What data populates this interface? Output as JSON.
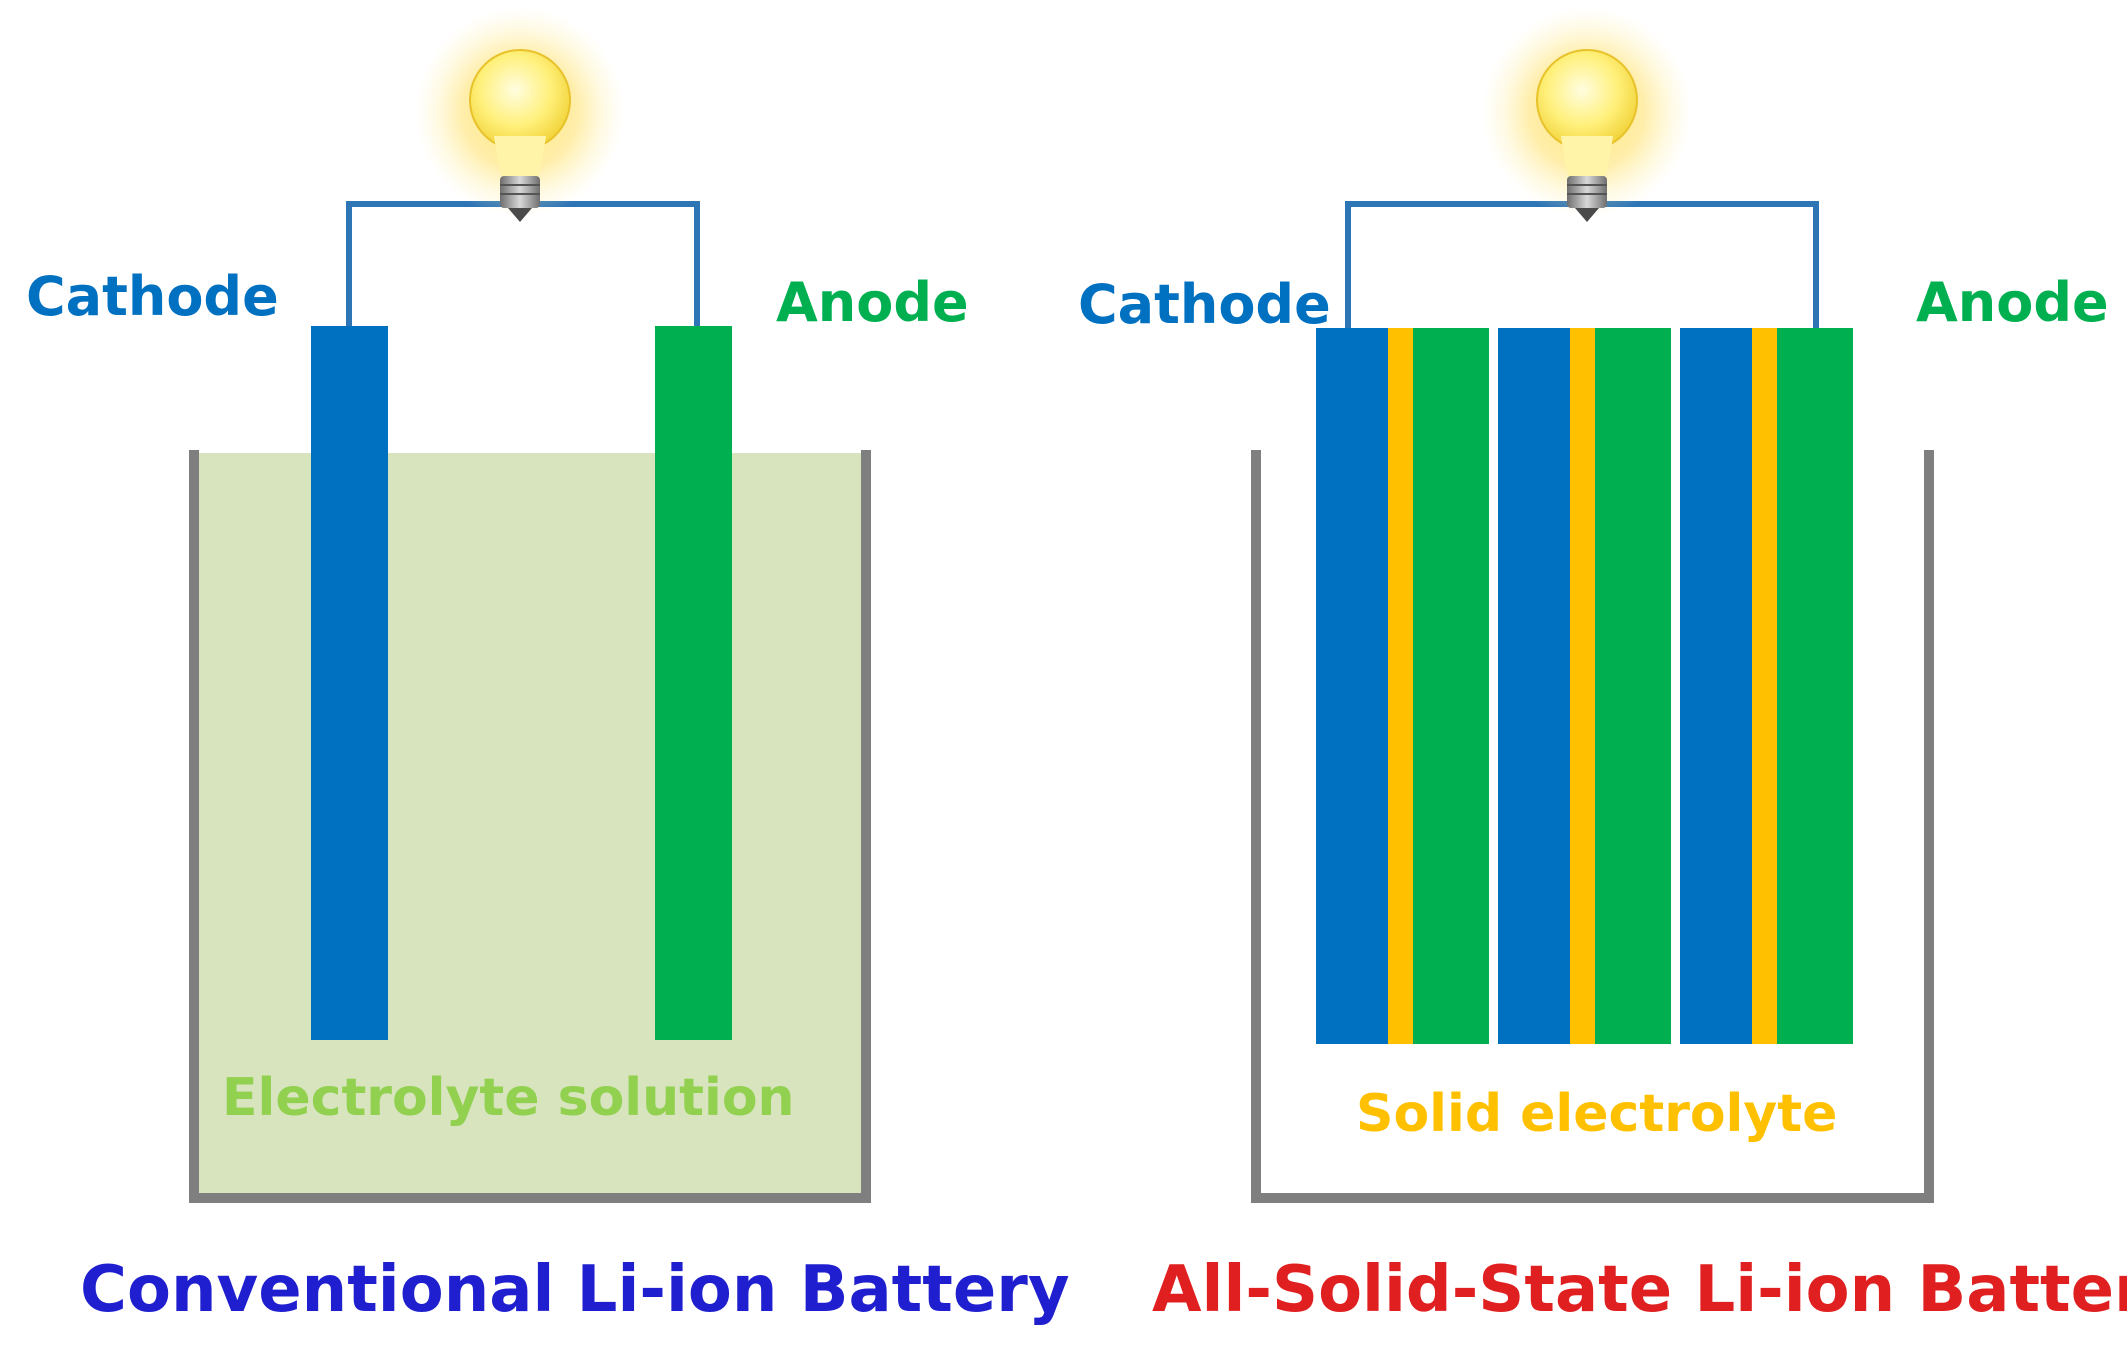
{
  "colors": {
    "cathode": "#0070C0",
    "anode": "#00B050",
    "solid_electrolyte": "#FFC000",
    "liquid_electrolyte_fill": "#D7E4BD",
    "liquid_electrolyte_text": "#92D050",
    "container": "#7F7F7F",
    "wire": "#2E75B6",
    "conventional_title": "#1F1FCF",
    "solid_state_title": "#E02020"
  },
  "left": {
    "cathode_label": "Cathode",
    "anode_label": "Anode",
    "electrolyte_label": "Electrolyte solution",
    "title": "Conventional Li-ion Battery",
    "bulb_icon": "light-bulb-icon"
  },
  "right": {
    "cathode_label": "Cathode",
    "anode_label": "Anode",
    "electrolyte_label": "Solid electrolyte",
    "title": "All-Solid-State Li-ion Battery",
    "bulb_icon": "light-bulb-icon",
    "cell_stack": [
      "cathode",
      "solid-electrolyte",
      "anode",
      "cathode",
      "solid-electrolyte",
      "anode",
      "cathode",
      "solid-electrolyte",
      "anode"
    ]
  }
}
